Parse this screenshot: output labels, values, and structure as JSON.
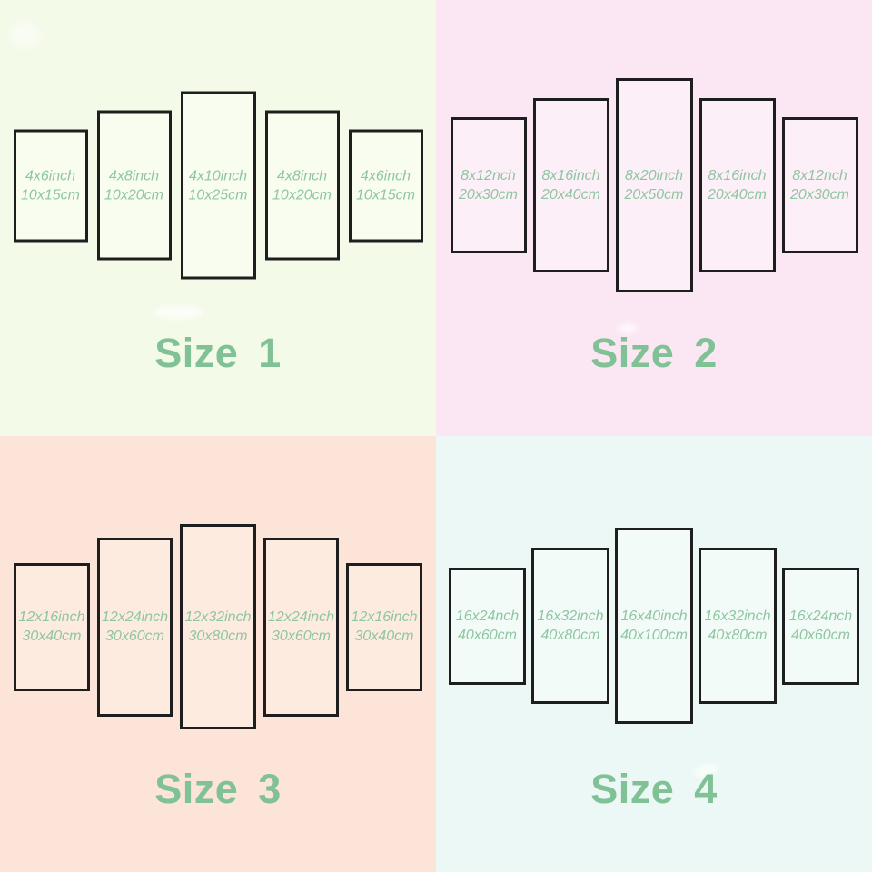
{
  "colors": {
    "panel_border": "#1e1e1e",
    "title_green": "#80c295",
    "label_green": "#8fc6a1",
    "q1_background": "#f3fae7",
    "q1_panel_fill": "#f8fdef",
    "q2_background": "#fbe7f3",
    "q2_panel_fill": "#fdeff7",
    "q3_background": "#fce4d8",
    "q3_panel_fill": "#fdebe0",
    "q4_background": "#ebf8f5",
    "q4_panel_fill": "#f2fbf8"
  },
  "quadrants": [
    {
      "title": "Size 1",
      "panels": [
        {
          "inches": "4x6inch",
          "cm": "10x15cm"
        },
        {
          "inches": "4x8inch",
          "cm": "10x20cm"
        },
        {
          "inches": "4x10inch",
          "cm": "10x25cm"
        },
        {
          "inches": "4x8inch",
          "cm": "10x20cm"
        },
        {
          "inches": "4x6inch",
          "cm": "10x15cm"
        }
      ]
    },
    {
      "title": "Size 2",
      "panels": [
        {
          "inches": "8x12nch",
          "cm": "20x30cm"
        },
        {
          "inches": "8x16inch",
          "cm": "20x40cm"
        },
        {
          "inches": "8x20inch",
          "cm": "20x50cm"
        },
        {
          "inches": "8x16inch",
          "cm": "20x40cm"
        },
        {
          "inches": "8x12nch",
          "cm": "20x30cm"
        }
      ]
    },
    {
      "title": "Size 3",
      "panels": [
        {
          "inches": "12x16inch",
          "cm": "30x40cm"
        },
        {
          "inches": "12x24inch",
          "cm": "30x60cm"
        },
        {
          "inches": "12x32inch",
          "cm": "30x80cm"
        },
        {
          "inches": "12x24inch",
          "cm": "30x60cm"
        },
        {
          "inches": "12x16inch",
          "cm": "30x40cm"
        }
      ]
    },
    {
      "title": "Size 4",
      "panels": [
        {
          "inches": "16x24nch",
          "cm": "40x60cm"
        },
        {
          "inches": "16x32inch",
          "cm": "40x80cm"
        },
        {
          "inches": "16x40inch",
          "cm": "40x100cm"
        },
        {
          "inches": "16x32inch",
          "cm": "40x80cm"
        },
        {
          "inches": "16x24nch",
          "cm": "40x60cm"
        }
      ]
    }
  ]
}
